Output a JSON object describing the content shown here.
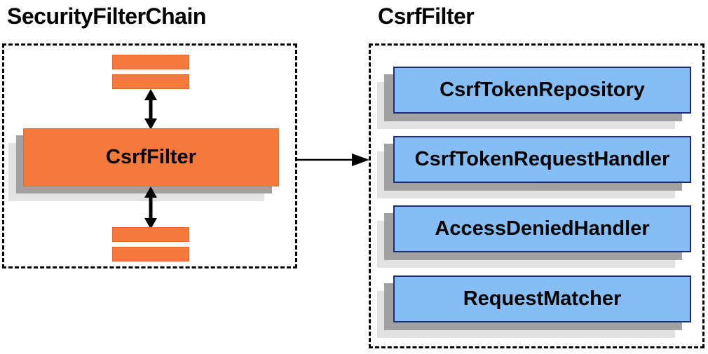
{
  "diagram": {
    "left_panel": {
      "title": "SecurityFilterChain",
      "csrf_filter_label": "CsrfFilter"
    },
    "right_panel": {
      "title": "CsrfFilter",
      "components": [
        {
          "label": "CsrfTokenRepository"
        },
        {
          "label": "CsrfTokenRequestHandler"
        },
        {
          "label": "AccessDeniedHandler"
        },
        {
          "label": "RequestMatcher"
        }
      ]
    }
  },
  "icons": {
    "double_arrow_vertical": "↕",
    "arrow_right": "→"
  },
  "colors": {
    "orange_fill": "#F4793D",
    "orange_border": "#E8692C",
    "blue_fill": "#85BEF4",
    "blue_border": "#1F2D78",
    "shadow_dark": "#A1A1A1",
    "shadow_light": "#E2E2E2"
  }
}
